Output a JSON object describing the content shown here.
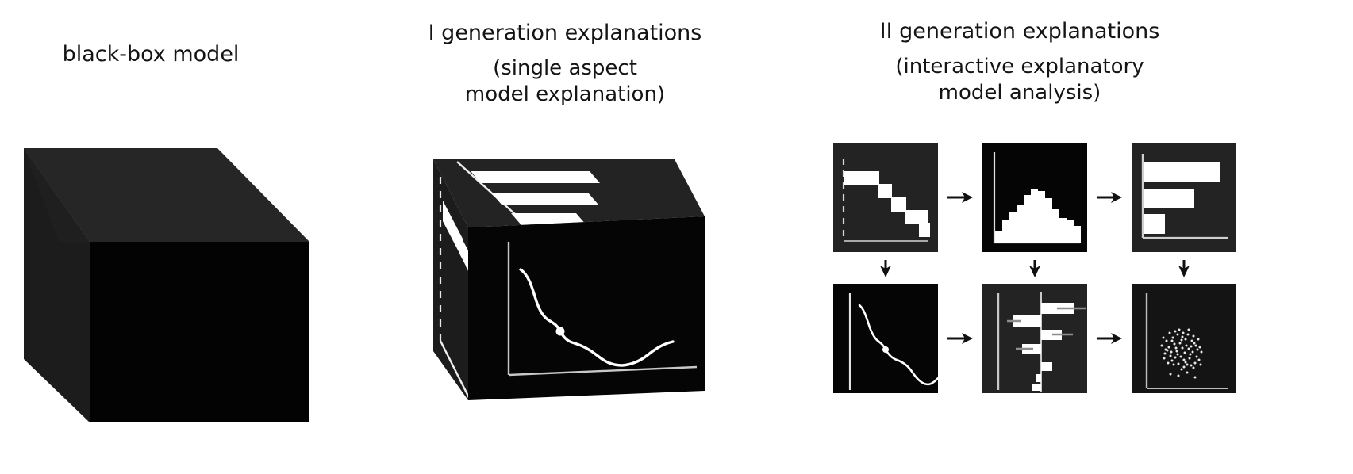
{
  "figure": {
    "background_color": "#ffffff",
    "ink_color": "#141414",
    "chart_fg_color": "#ffffff",
    "panel_dark_color": "#232323",
    "panel_black_color": "#050505"
  },
  "columns": [
    {
      "id": "black-box-model",
      "title": "black-box model",
      "subtitle_lines": []
    },
    {
      "id": "first-generation-explanations",
      "title": "I generation explanations",
      "subtitle_lines": [
        "(single aspect",
        "model explanation)"
      ]
    },
    {
      "id": "second-generation-explanations",
      "title": "II generation explanations",
      "subtitle_lines": [
        "(interactive explanatory",
        "model analysis)"
      ]
    }
  ],
  "cube_black_box": {
    "name": "black-box-model-cube",
    "faces": [
      "top",
      "left",
      "front"
    ],
    "face_colors": {
      "top": "#242424",
      "left": "#1a1a1a",
      "front": "#030303"
    },
    "has_charts": false
  },
  "cube_explanations": {
    "name": "single-aspect-explanation-cube",
    "faces": [
      "top",
      "left",
      "front"
    ],
    "face_colors": {
      "top": "#222222",
      "left": "#1b1b1b",
      "front": "#040404"
    },
    "face_charts": {
      "top": "horizontal-bar-chart",
      "left": "waterfall-break-down-chart",
      "front": "partial-dependence-line-chart"
    }
  },
  "interactive_grid": {
    "name": "interactive-explanatory-model-analysis-grid",
    "rows": 2,
    "cols": 3,
    "panels": [
      {
        "index": 1,
        "name": "waterfall-break-down-panel",
        "chart_type": "waterfall",
        "background": "#232323",
        "row": 1,
        "col": 1
      },
      {
        "index": 2,
        "name": "histogram-panel",
        "chart_type": "histogram",
        "background": "#050505",
        "row": 1,
        "col": 2
      },
      {
        "index": 3,
        "name": "variable-importance-panel",
        "chart_type": "bar",
        "background": "#232323",
        "row": 1,
        "col": 3
      },
      {
        "index": 4,
        "name": "partial-dependence-panel",
        "chart_type": "line",
        "background": "#050505",
        "row": 2,
        "col": 1
      },
      {
        "index": 5,
        "name": "shap-contribution-panel",
        "chart_type": "bar",
        "background": "#232323",
        "row": 2,
        "col": 2
      },
      {
        "index": 6,
        "name": "residual-scatter-panel",
        "chart_type": "scatter",
        "background": "#141414",
        "row": 2,
        "col": 3
      }
    ],
    "arrows": [
      {
        "name": "arrow-right-1-2",
        "direction": "right"
      },
      {
        "name": "arrow-right-2-3",
        "direction": "right"
      },
      {
        "name": "arrow-down-1-4",
        "direction": "down"
      },
      {
        "name": "arrow-down-2-5",
        "direction": "down"
      },
      {
        "name": "arrow-down-3-6",
        "direction": "down"
      },
      {
        "name": "arrow-right-4-5",
        "direction": "right"
      },
      {
        "name": "arrow-right-5-6",
        "direction": "right"
      }
    ]
  },
  "chart_data": [
    {
      "type": "bar",
      "name": "cube-top-horizontal-bars",
      "orientation": "horizontal",
      "categories": [
        "feature 1",
        "feature 2",
        "feature 3"
      ],
      "values": [
        1.0,
        0.78,
        0.42
      ],
      "title": "",
      "xlabel": "",
      "ylabel": "",
      "xlim": [
        0,
        1.05
      ],
      "grid": false
    },
    {
      "type": "bar",
      "name": "cube-left-waterfall",
      "orientation": "horizontal-waterfall",
      "categories": [
        "step 1",
        "step 2",
        "step 3",
        "step 4",
        "step 5"
      ],
      "values": [
        0.42,
        0.14,
        0.12,
        0.2,
        0.1
      ],
      "cumulative_starts": [
        0.0,
        0.42,
        0.56,
        0.68,
        0.88
      ],
      "title": "",
      "xlabel": "",
      "ylabel": "",
      "grid": false
    },
    {
      "type": "line",
      "name": "cube-front-partial-dependence",
      "x": [
        0,
        1,
        2,
        3,
        4,
        5,
        6,
        7,
        8,
        9,
        10
      ],
      "y": [
        0.95,
        0.78,
        0.6,
        0.55,
        0.47,
        0.38,
        0.22,
        0.12,
        0.1,
        0.18,
        0.24
      ],
      "highlight_point": {
        "x": 3.0,
        "y": 0.55
      },
      "title": "",
      "xlabel": "",
      "ylabel": "",
      "grid": false
    },
    {
      "type": "bar",
      "name": "panel-1-waterfall",
      "orientation": "horizontal-waterfall",
      "categories": [
        "v1",
        "v2",
        "v3",
        "v4",
        "v5"
      ],
      "values": [
        0.4,
        0.12,
        0.12,
        0.22,
        0.12
      ],
      "cumulative_starts": [
        0.0,
        0.4,
        0.52,
        0.64,
        0.86
      ],
      "title": "",
      "xlabel": "",
      "ylabel": "",
      "grid": false
    },
    {
      "type": "bar",
      "name": "panel-2-histogram",
      "categories": [
        "b1",
        "b2",
        "b3",
        "b4",
        "b5",
        "b6",
        "b7",
        "b8",
        "b9",
        "b10",
        "b11",
        "b12"
      ],
      "values": [
        0.13,
        0.3,
        0.42,
        0.55,
        0.72,
        0.84,
        0.8,
        0.68,
        0.5,
        0.36,
        0.3,
        0.24
      ],
      "title": "",
      "xlabel": "",
      "ylabel": "",
      "ylim": [
        0,
        1
      ],
      "grid": false
    },
    {
      "type": "bar",
      "name": "panel-3-variable-importance",
      "orientation": "horizontal",
      "categories": [
        "var 1",
        "var 2",
        "var 3"
      ],
      "values": [
        1.0,
        0.66,
        0.26
      ],
      "title": "",
      "xlabel": "",
      "ylabel": "",
      "xlim": [
        0,
        1.05
      ],
      "grid": false
    },
    {
      "type": "line",
      "name": "panel-4-partial-dependence",
      "x": [
        0,
        1,
        2,
        3,
        4,
        5,
        6,
        7,
        8,
        9,
        10
      ],
      "y": [
        0.92,
        0.74,
        0.58,
        0.53,
        0.44,
        0.33,
        0.18,
        0.09,
        0.08,
        0.16,
        0.23
      ],
      "highlight_point": {
        "x": 2.6,
        "y": 0.545
      },
      "title": "",
      "xlabel": "",
      "ylabel": "",
      "grid": false
    },
    {
      "type": "bar",
      "name": "panel-5-shap-contributions",
      "orientation": "horizontal-diverging",
      "categories": [
        "c1",
        "c2",
        "c3",
        "c4",
        "c5",
        "c6",
        "c7"
      ],
      "values": [
        0.62,
        -0.42,
        0.3,
        -0.26,
        0.16,
        -0.06,
        -0.1
      ],
      "error_bars": [
        0.18,
        0.07,
        0.12,
        0.09,
        0.0,
        0.0,
        0.0
      ],
      "title": "",
      "xlabel": "",
      "ylabel": "",
      "grid": false
    },
    {
      "type": "scatter",
      "name": "panel-6-residual-scatter",
      "points": [
        [
          0.18,
          0.52
        ],
        [
          0.25,
          0.46
        ],
        [
          0.31,
          0.58
        ],
        [
          0.38,
          0.41
        ],
        [
          0.44,
          0.63
        ],
        [
          0.21,
          0.35
        ],
        [
          0.52,
          0.48
        ],
        [
          0.59,
          0.55
        ],
        [
          0.33,
          0.27
        ],
        [
          0.46,
          0.33
        ],
        [
          0.28,
          0.68
        ],
        [
          0.62,
          0.38
        ],
        [
          0.4,
          0.72
        ],
        [
          0.55,
          0.26
        ],
        [
          0.66,
          0.5
        ],
        [
          0.36,
          0.49
        ],
        [
          0.48,
          0.6
        ],
        [
          0.24,
          0.58
        ],
        [
          0.57,
          0.44
        ],
        [
          0.43,
          0.22
        ],
        [
          0.3,
          0.44
        ],
        [
          0.51,
          0.66
        ],
        [
          0.6,
          0.3
        ],
        [
          0.35,
          0.36
        ],
        [
          0.41,
          0.55
        ],
        [
          0.47,
          0.43
        ],
        [
          0.53,
          0.35
        ],
        [
          0.27,
          0.5
        ],
        [
          0.64,
          0.6
        ],
        [
          0.39,
          0.29
        ],
        [
          0.22,
          0.42
        ],
        [
          0.58,
          0.24
        ],
        [
          0.45,
          0.68
        ],
        [
          0.32,
          0.62
        ],
        [
          0.5,
          0.28
        ],
        [
          0.68,
          0.44
        ],
        [
          0.37,
          0.45
        ],
        [
          0.42,
          0.37
        ],
        [
          0.49,
          0.52
        ],
        [
          0.56,
          0.58
        ],
        [
          0.29,
          0.39
        ],
        [
          0.61,
          0.52
        ],
        [
          0.34,
          0.54
        ],
        [
          0.44,
          0.49
        ],
        [
          0.54,
          0.41
        ],
        [
          0.26,
          0.3
        ],
        [
          0.65,
          0.34
        ],
        [
          0.2,
          0.62
        ],
        [
          0.46,
          0.25
        ],
        [
          0.52,
          0.72
        ],
        [
          0.38,
          0.66
        ],
        [
          0.63,
          0.47
        ],
        [
          0.31,
          0.33
        ],
        [
          0.58,
          0.64
        ],
        [
          0.43,
          0.59
        ],
        [
          0.48,
          0.31
        ],
        [
          0.55,
          0.51
        ],
        [
          0.35,
          0.7
        ],
        [
          0.67,
          0.28
        ],
        [
          0.23,
          0.47
        ]
      ],
      "title": "",
      "xlabel": "",
      "ylabel": "",
      "xlim": [
        0,
        1
      ],
      "ylim": [
        0,
        1
      ],
      "grid": false
    }
  ]
}
